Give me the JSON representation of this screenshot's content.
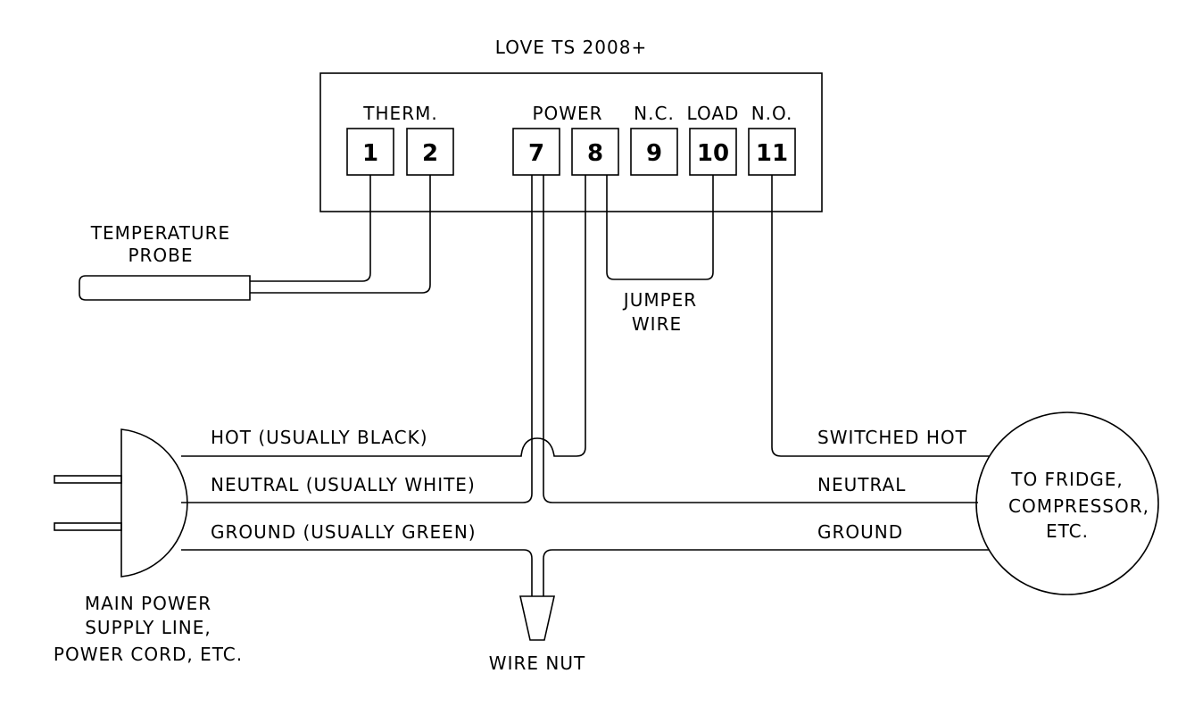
{
  "controller": {
    "title": "LOVE TS 2008+",
    "group_labels": {
      "therm": "THERM.",
      "power": "POWER",
      "nc": "N.C.",
      "load": "LOAD",
      "no": "N.O."
    },
    "terminals": [
      "1",
      "2",
      "7",
      "8",
      "9",
      "10",
      "11"
    ]
  },
  "probe": {
    "line1": "TEMPERATURE",
    "line2": "PROBE"
  },
  "jumper": {
    "line1": "JUMPER",
    "line2": "WIRE"
  },
  "supply_wires": {
    "hot": "HOT (USUALLY BLACK)",
    "neutral": "NEUTRAL (USUALLY WHITE)",
    "ground": "GROUND (USUALLY GREEN)"
  },
  "load_wires": {
    "switched_hot": "SWITCHED HOT",
    "neutral": "NEUTRAL",
    "ground": "GROUND"
  },
  "load_device": {
    "line1": "TO FRIDGE,",
    "line2": "COMPRESSOR,",
    "line3": "ETC."
  },
  "plug": {
    "line1": "MAIN POWER",
    "line2": "SUPPLY LINE,",
    "line3": "POWER CORD, ETC."
  },
  "wire_nut": {
    "label": "WIRE NUT"
  }
}
